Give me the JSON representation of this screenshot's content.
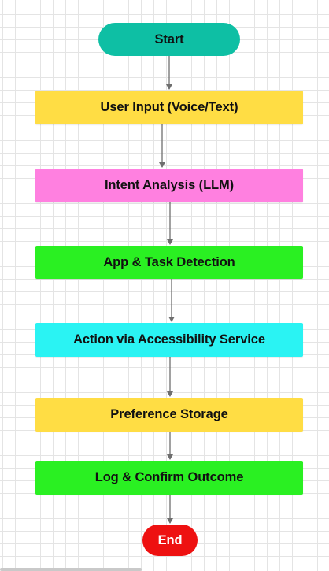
{
  "flowchart": {
    "nodes": [
      {
        "id": "start",
        "label": "Start",
        "shape": "terminal",
        "color": "#0EBFA4"
      },
      {
        "id": "user-input",
        "label": "User Input (Voice/Text)",
        "shape": "process",
        "color": "#FFDD44"
      },
      {
        "id": "intent-analysis",
        "label": "Intent Analysis (LLM)",
        "shape": "process",
        "color": "#FF80E0"
      },
      {
        "id": "app-task-detection",
        "label": "App & Task Detection",
        "shape": "process",
        "color": "#2AF022"
      },
      {
        "id": "action-accessibility",
        "label": "Action via Accessibility Service",
        "shape": "process",
        "color": "#2AF3F3"
      },
      {
        "id": "preference-storage",
        "label": "Preference Storage",
        "shape": "process",
        "color": "#FFDD44"
      },
      {
        "id": "log-confirm",
        "label": "Log & Confirm Outcome",
        "shape": "process",
        "color": "#2AF022"
      },
      {
        "id": "end",
        "label": "End",
        "shape": "terminal",
        "color": "#EE1111"
      }
    ],
    "edges": [
      {
        "from": "start",
        "to": "user-input"
      },
      {
        "from": "user-input",
        "to": "intent-analysis"
      },
      {
        "from": "intent-analysis",
        "to": "app-task-detection"
      },
      {
        "from": "app-task-detection",
        "to": "action-accessibility"
      },
      {
        "from": "action-accessibility",
        "to": "preference-storage"
      },
      {
        "from": "preference-storage",
        "to": "log-confirm"
      },
      {
        "from": "log-confirm",
        "to": "end"
      }
    ],
    "connector_color": "#6E6E6E"
  }
}
